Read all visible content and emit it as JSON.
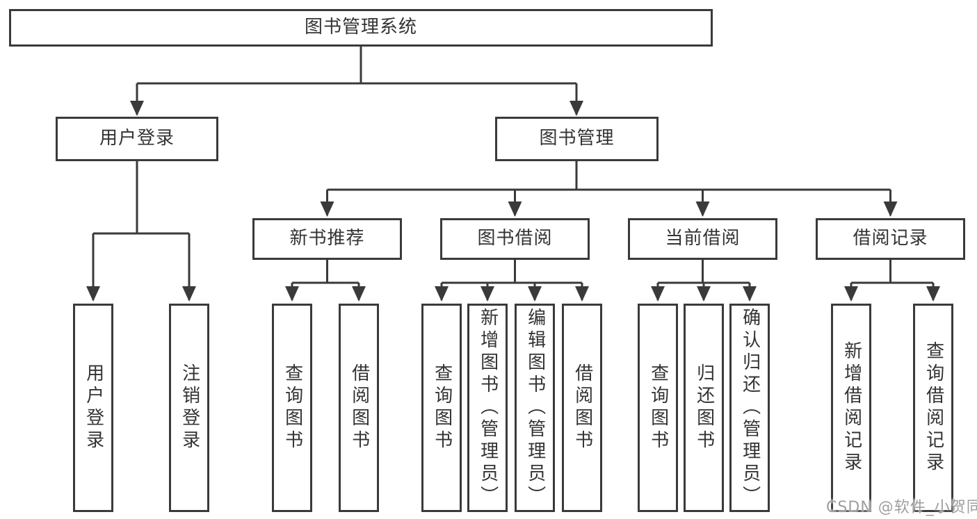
{
  "colors": {
    "line": "#3a3a3a",
    "text": "#333333",
    "box_background": "#ffffff",
    "watermark": "#9e9e9e",
    "background": "#ffffff"
  },
  "tree": {
    "root": {
      "label": "图书管理系统",
      "children": [
        {
          "label": "用户登录",
          "children": [
            {
              "label": "用户登录"
            },
            {
              "label": "注销登录"
            }
          ]
        },
        {
          "label": "图书管理",
          "children": [
            {
              "label": "新书推荐",
              "children": [
                {
                  "label": "查询图书"
                },
                {
                  "label": "借阅图书"
                }
              ]
            },
            {
              "label": "图书借阅",
              "children": [
                {
                  "label": "查询图书"
                },
                {
                  "label": "新增图书（管理员）"
                },
                {
                  "label": "编辑图书（管理员）"
                },
                {
                  "label": "借阅图书"
                }
              ]
            },
            {
              "label": "当前借阅",
              "children": [
                {
                  "label": "查询图书"
                },
                {
                  "label": "归还图书"
                },
                {
                  "label": "确认归还（管理员）"
                }
              ]
            },
            {
              "label": "借阅记录",
              "children": [
                {
                  "label": "新增借阅记录"
                },
                {
                  "label": "查询借阅记录"
                }
              ]
            }
          ]
        }
      ]
    }
  },
  "watermark": {
    "text": "CSDN @软件_小贺同学"
  }
}
